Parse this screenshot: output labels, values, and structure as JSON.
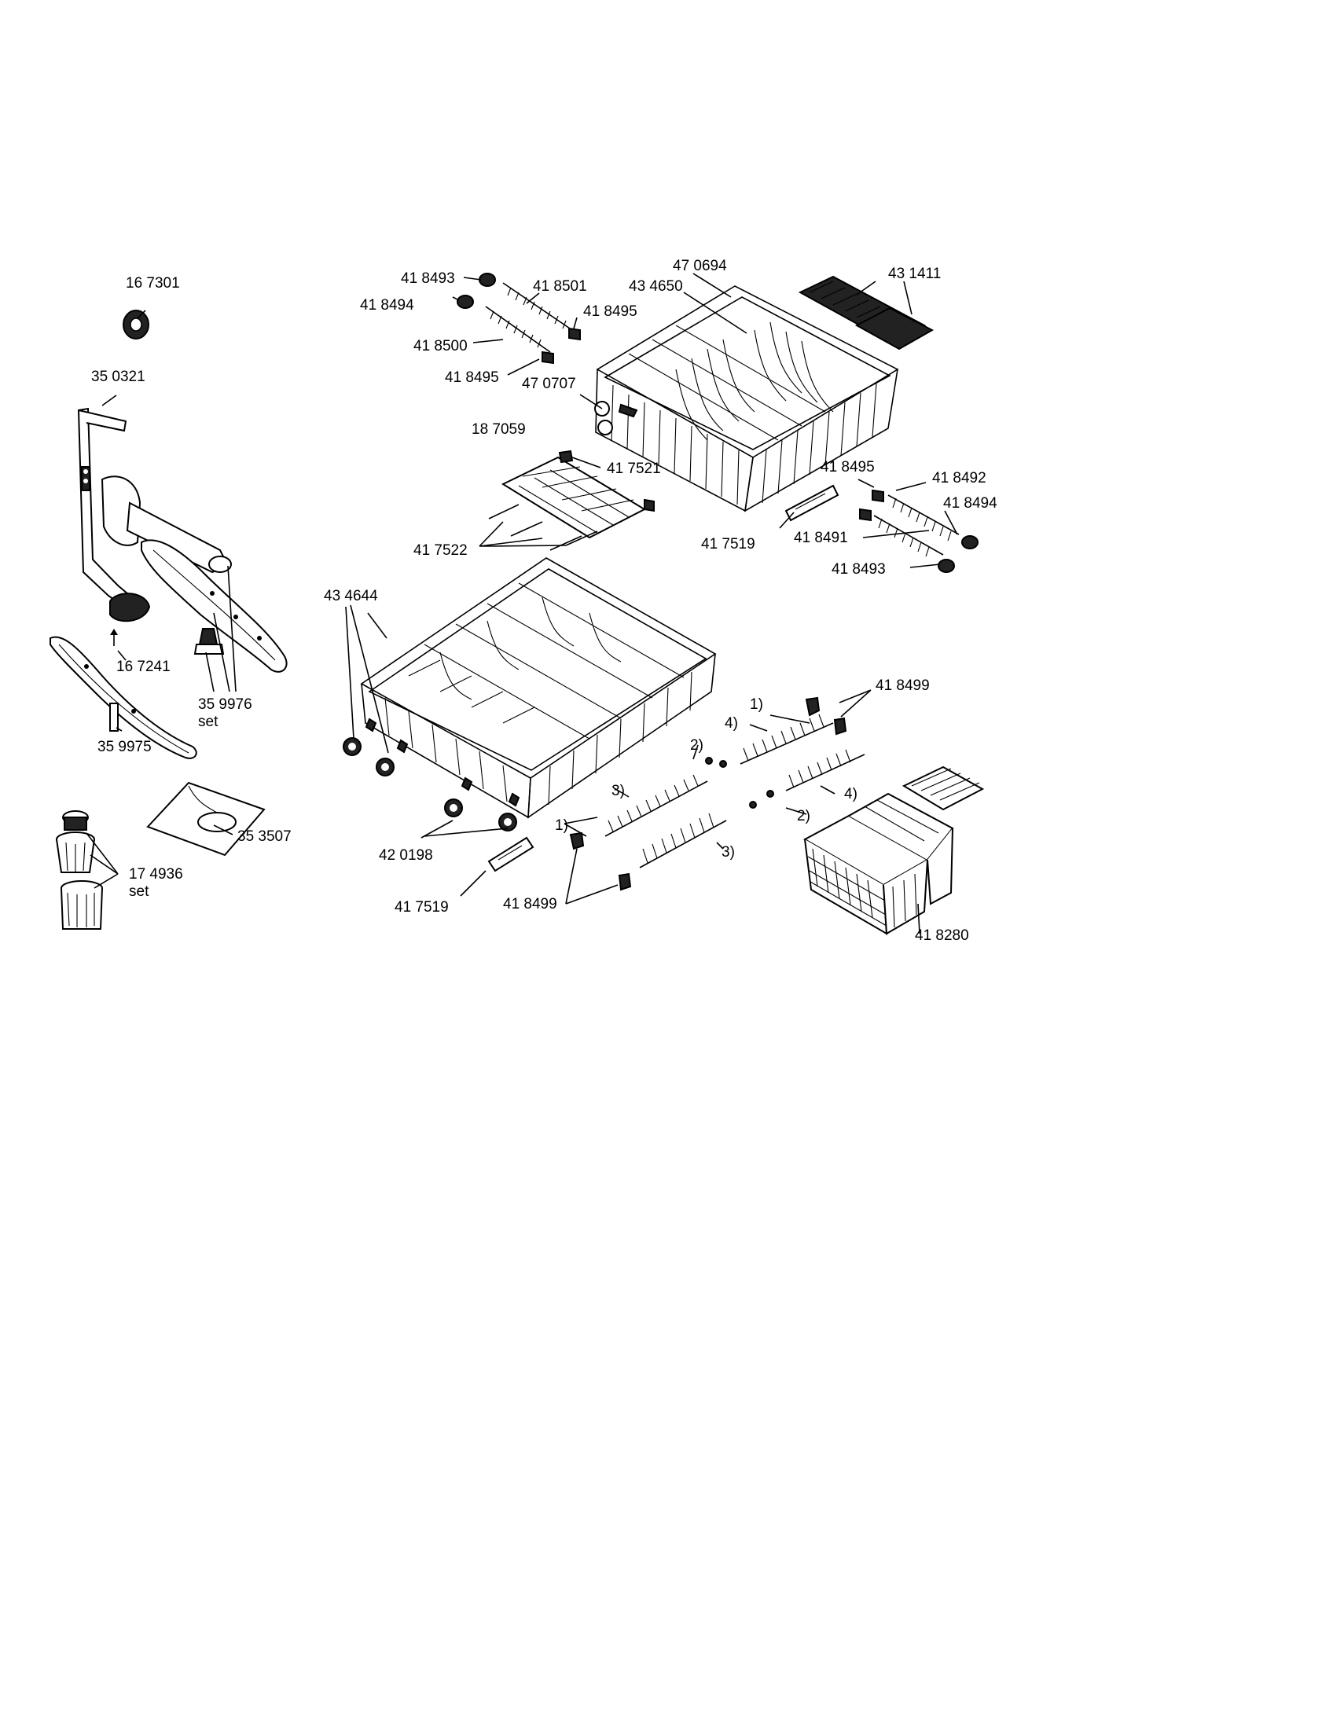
{
  "diagram": {
    "labels": [
      {
        "id": "l1",
        "text": "16 7301"
      },
      {
        "id": "l2",
        "text": "35 0321"
      },
      {
        "id": "l3",
        "text": "16 7241"
      },
      {
        "id": "l4",
        "text": "35 9976"
      },
      {
        "id": "l5",
        "text": "set"
      },
      {
        "id": "l6",
        "text": "35 9975"
      },
      {
        "id": "l7",
        "text": "35 3507"
      },
      {
        "id": "l8",
        "text": "17 4936"
      },
      {
        "id": "l9",
        "text": "set"
      },
      {
        "id": "l10",
        "text": "41 8493"
      },
      {
        "id": "l11",
        "text": "41 8494"
      },
      {
        "id": "l12",
        "text": "41 8501"
      },
      {
        "id": "l13",
        "text": "41 8495"
      },
      {
        "id": "l14",
        "text": "41 8500"
      },
      {
        "id": "l15",
        "text": "41 8495"
      },
      {
        "id": "l16",
        "text": "47 0707"
      },
      {
        "id": "l17",
        "text": "47 0694"
      },
      {
        "id": "l18",
        "text": "43 4650"
      },
      {
        "id": "l19",
        "text": "43 1411"
      },
      {
        "id": "l20",
        "text": "18 7059"
      },
      {
        "id": "l21",
        "text": "41 7521"
      },
      {
        "id": "l22",
        "text": "41 7522"
      },
      {
        "id": "l23",
        "text": "41 8495"
      },
      {
        "id": "l24",
        "text": "41 8492"
      },
      {
        "id": "l25",
        "text": "41 8494"
      },
      {
        "id": "l26",
        "text": "41 8491"
      },
      {
        "id": "l27",
        "text": "41 7519"
      },
      {
        "id": "l28",
        "text": "41 8493"
      },
      {
        "id": "l29",
        "text": "43 4644"
      },
      {
        "id": "l30",
        "text": "41 8499"
      },
      {
        "id": "l31",
        "text": "1)"
      },
      {
        "id": "l32",
        "text": "4)"
      },
      {
        "id": "l33",
        "text": "2)"
      },
      {
        "id": "l34",
        "text": "3)"
      },
      {
        "id": "l35",
        "text": "4)"
      },
      {
        "id": "l36",
        "text": "2)"
      },
      {
        "id": "l37",
        "text": "1)"
      },
      {
        "id": "l38",
        "text": "3)"
      },
      {
        "id": "l39",
        "text": "42 0198"
      },
      {
        "id": "l40",
        "text": "41 7519"
      },
      {
        "id": "l41",
        "text": "41 8499"
      },
      {
        "id": "l42",
        "text": "41 8280"
      }
    ]
  }
}
